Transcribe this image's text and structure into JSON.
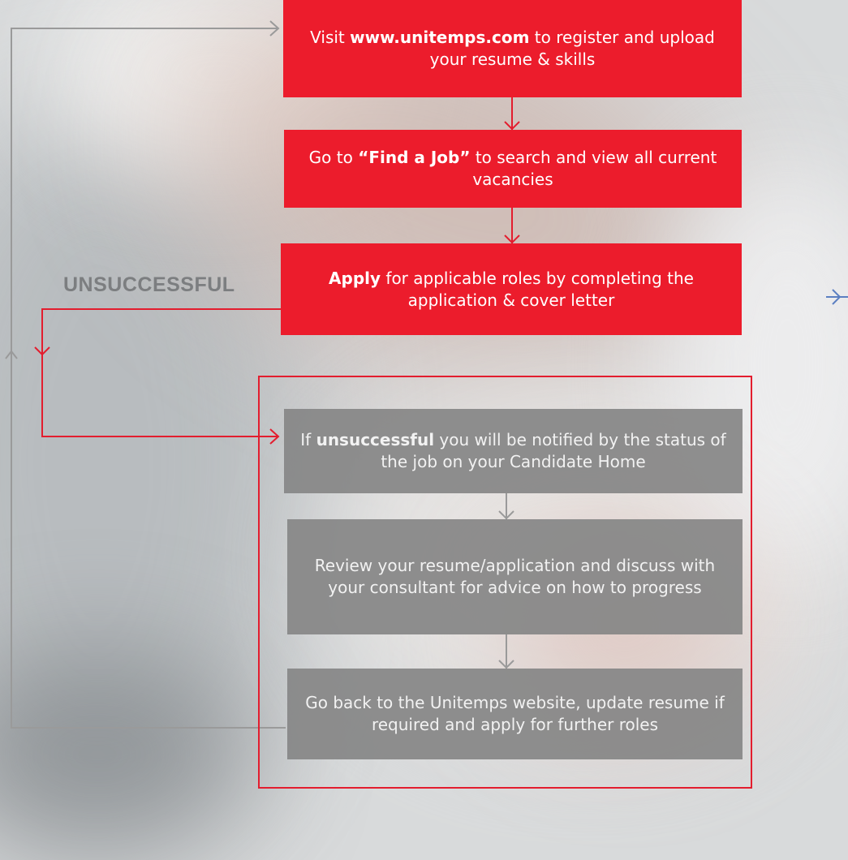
{
  "steps": [
    {
      "pre": "Visit ",
      "bold": "www.unitemps.com",
      "post": " to register and upload your resume & skills"
    },
    {
      "pre": "Go to ",
      "bold": "“Find a Job”",
      "post": " to search and view all current vacancies"
    },
    {
      "pre": "",
      "bold": "Apply",
      "post": " for applicable roles by completing the application & cover letter"
    }
  ],
  "outcome_label": "UNSUCCESSFUL",
  "unsuccessful_steps": [
    {
      "pre": "If ",
      "bold": "unsuccessful",
      "post": " you will be notified by the status of the job on your Candidate Home"
    },
    {
      "pre": "",
      "bold": "",
      "post": "Review your resume/application and discuss with your consultant for advice on how to progress"
    },
    {
      "pre": "",
      "bold": "",
      "post": "Go back to the Unitemps website, update resume if required and apply for further roles"
    }
  ],
  "colors": {
    "accent_red": "#ec1c2c",
    "step_grey": "#878787",
    "loop_line": "#9a9a9a",
    "branch_line": "#5b7fc1"
  }
}
